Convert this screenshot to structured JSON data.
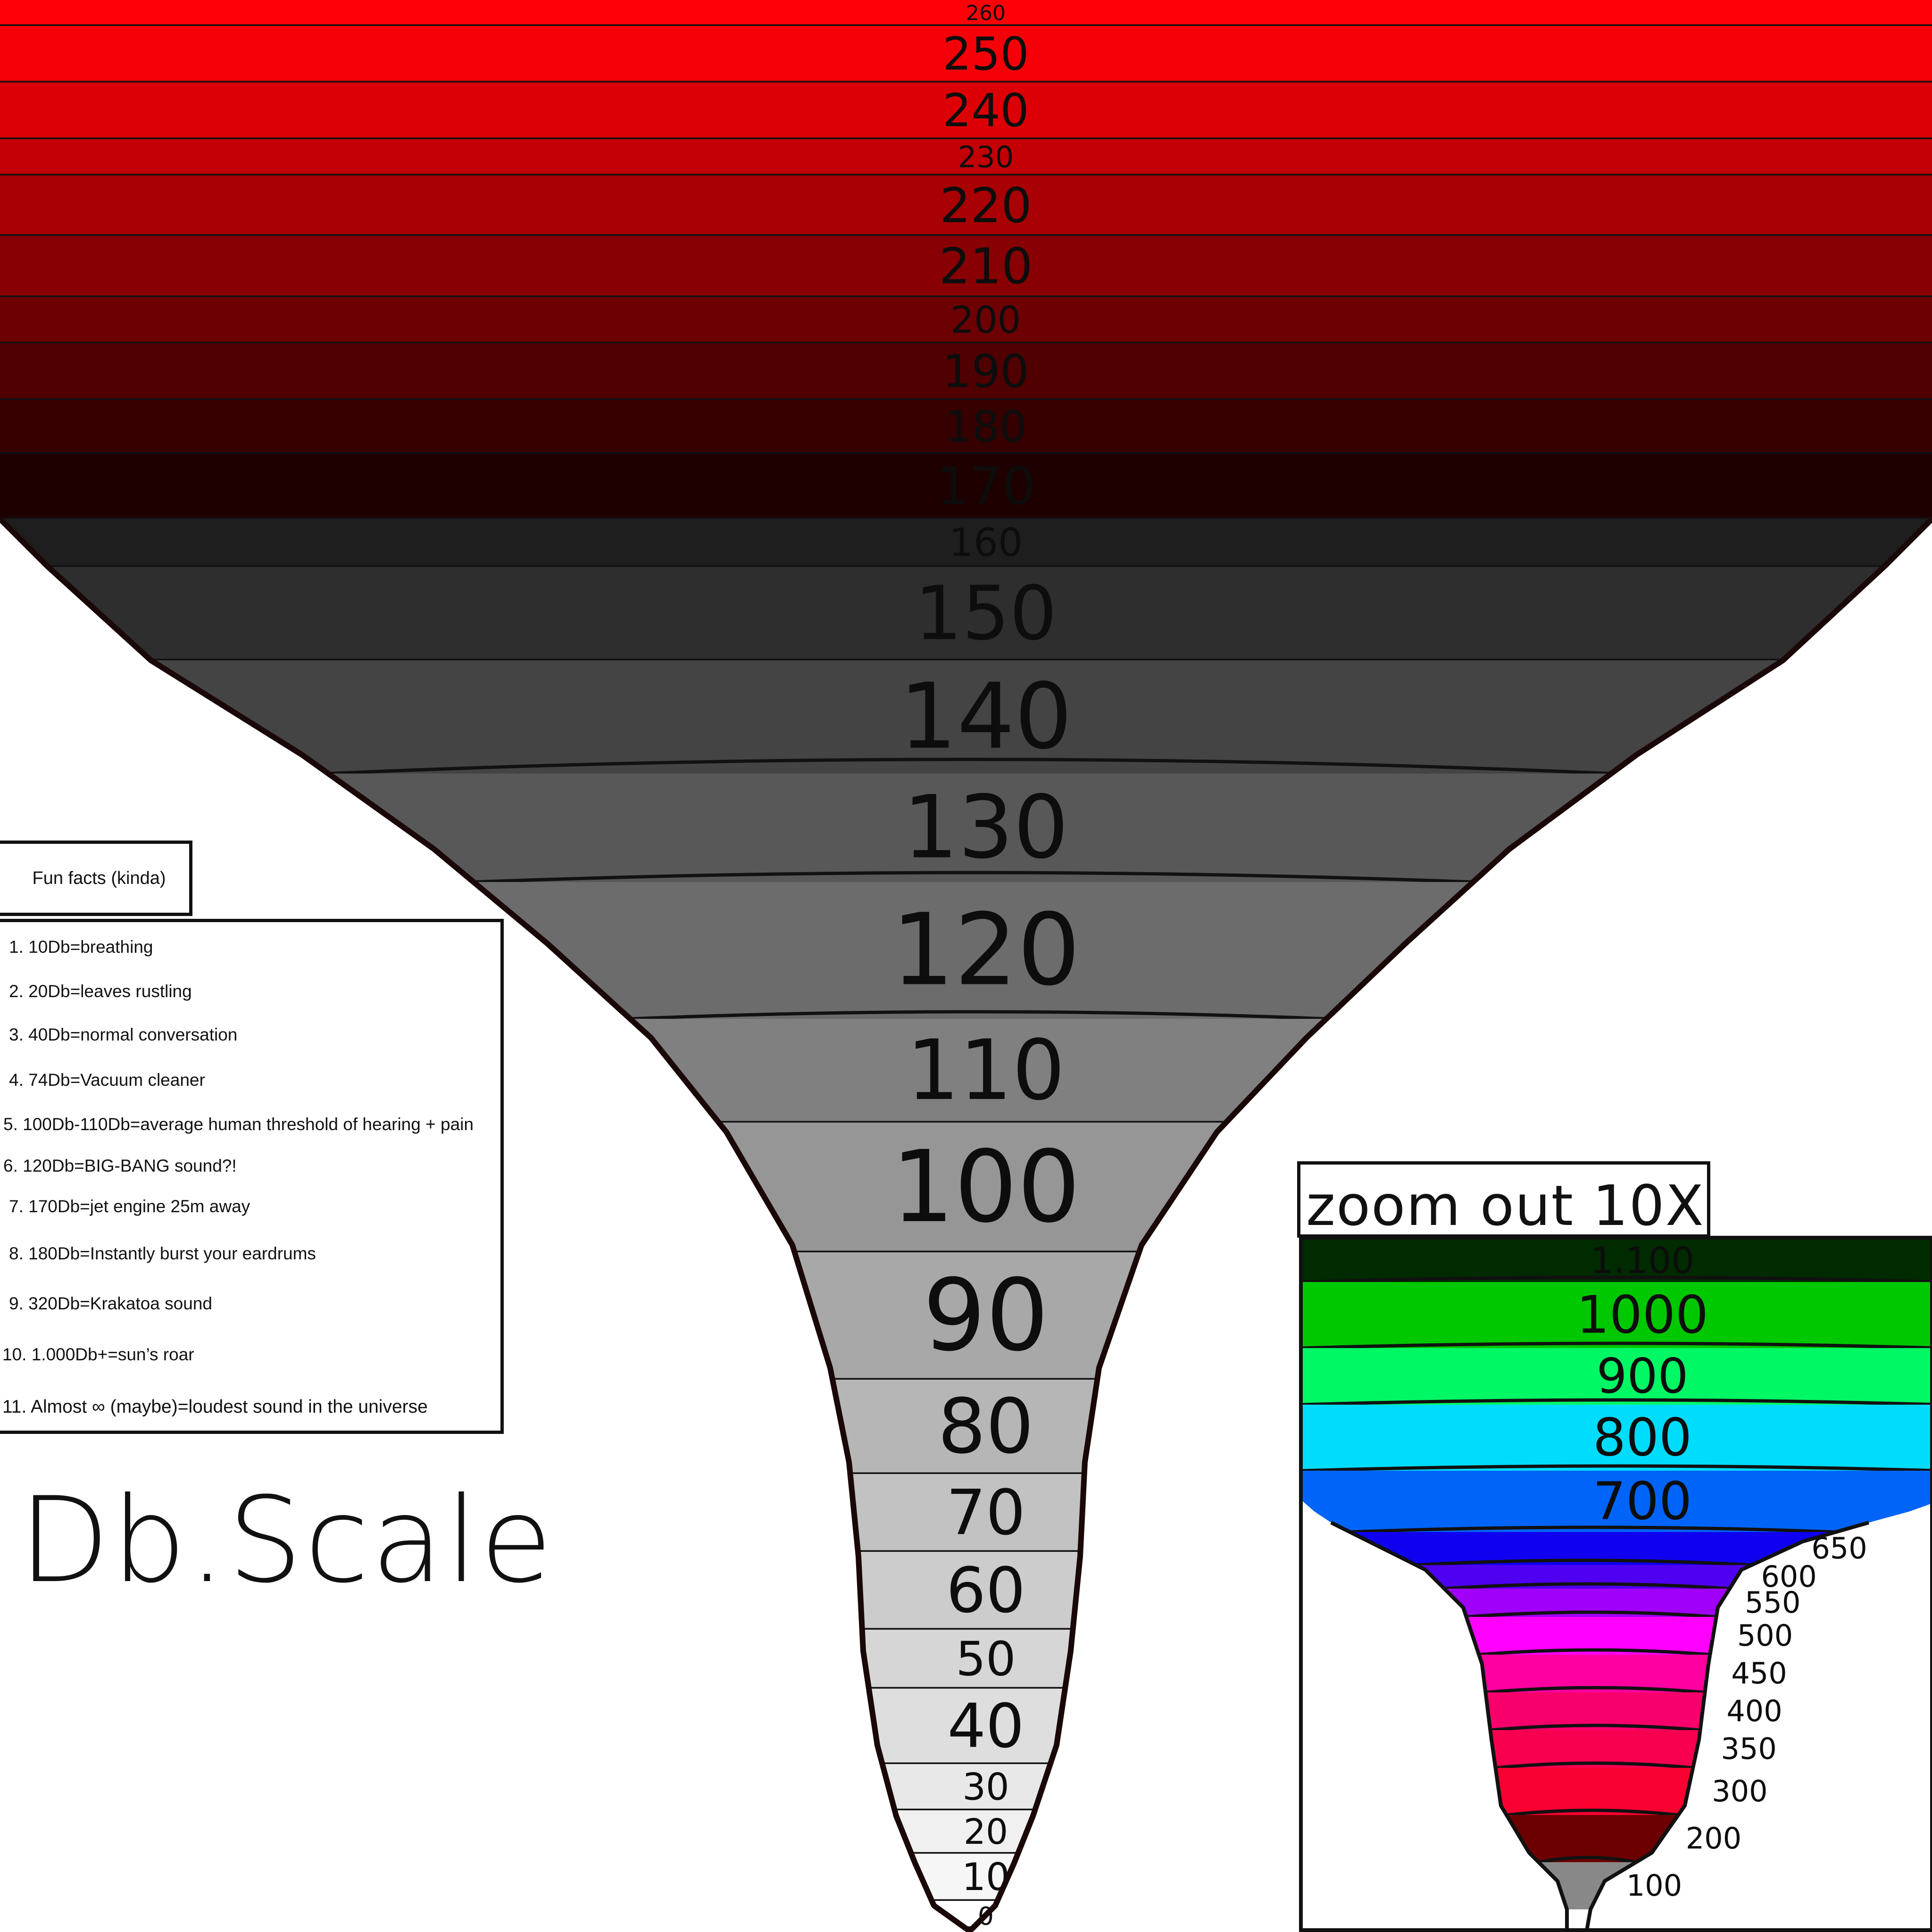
{
  "main_funnel": {
    "labels": [
      "260",
      "250",
      "240",
      "230",
      "220",
      "210",
      "200",
      "190",
      "180",
      "170",
      "160",
      "150",
      "140",
      "130",
      "120",
      "110",
      "100",
      "90",
      "80",
      "70",
      "60",
      "50",
      "40",
      "30",
      "20",
      "10",
      "0"
    ],
    "colors": [
      "#ff0008",
      "#f50008",
      "#dc0006",
      "#c20005",
      "#a80004",
      "#880003",
      "#6c0002",
      "#500001",
      "#360000",
      "#1e0000",
      "#1e1e1e",
      "#2e2e2e",
      "#444444",
      "#585858",
      "#6c6c6c",
      "#808080",
      "#969696",
      "#a8a8a8",
      "#b6b6b6",
      "#c2c2c2",
      "#cccccc",
      "#d6d6d6",
      "#dedede",
      "#e8e8e8",
      "#f0f0f0",
      "#f6f6f6",
      "#ffffff"
    ]
  },
  "facts": {
    "title": "Fun facts (kinda)",
    "items": [
      "1. 10Db=breathing",
      "2. 20Db=leaves rustling",
      "3. 40Db=normal conversation",
      "4. 74Db=Vacuum cleaner",
      "5. 100Db-110Db=average human threshold of hearing + pain",
      "6. 120Db=BIG-BANG sound?!",
      "7. 170Db=jet engine 25m away",
      "8. 180Db=Instantly burst your eardrums",
      "9. 320Db=Krakatoa sound",
      "10. 1.000Db+=sun’s roar",
      "11. Almost ∞ (maybe)=loudest sound in the universe"
    ]
  },
  "title": "Db.Scale",
  "zoom": {
    "title": "zoom out 10X",
    "labels": [
      "1.100",
      "1000",
      "900",
      "800",
      "700",
      "650",
      "600",
      "550",
      "500",
      "450",
      "400",
      "350",
      "300",
      "200",
      "100"
    ],
    "colors": [
      "#002a00",
      "#00c800",
      "#00f864",
      "#00dcfc",
      "#0064f8",
      "#1000f0",
      "#5000f0",
      "#a000f8",
      "#ff00ff",
      "#ff00a0",
      "#f8006c",
      "#f80050",
      "#f80030",
      "#6c0000",
      "#888888"
    ]
  }
}
